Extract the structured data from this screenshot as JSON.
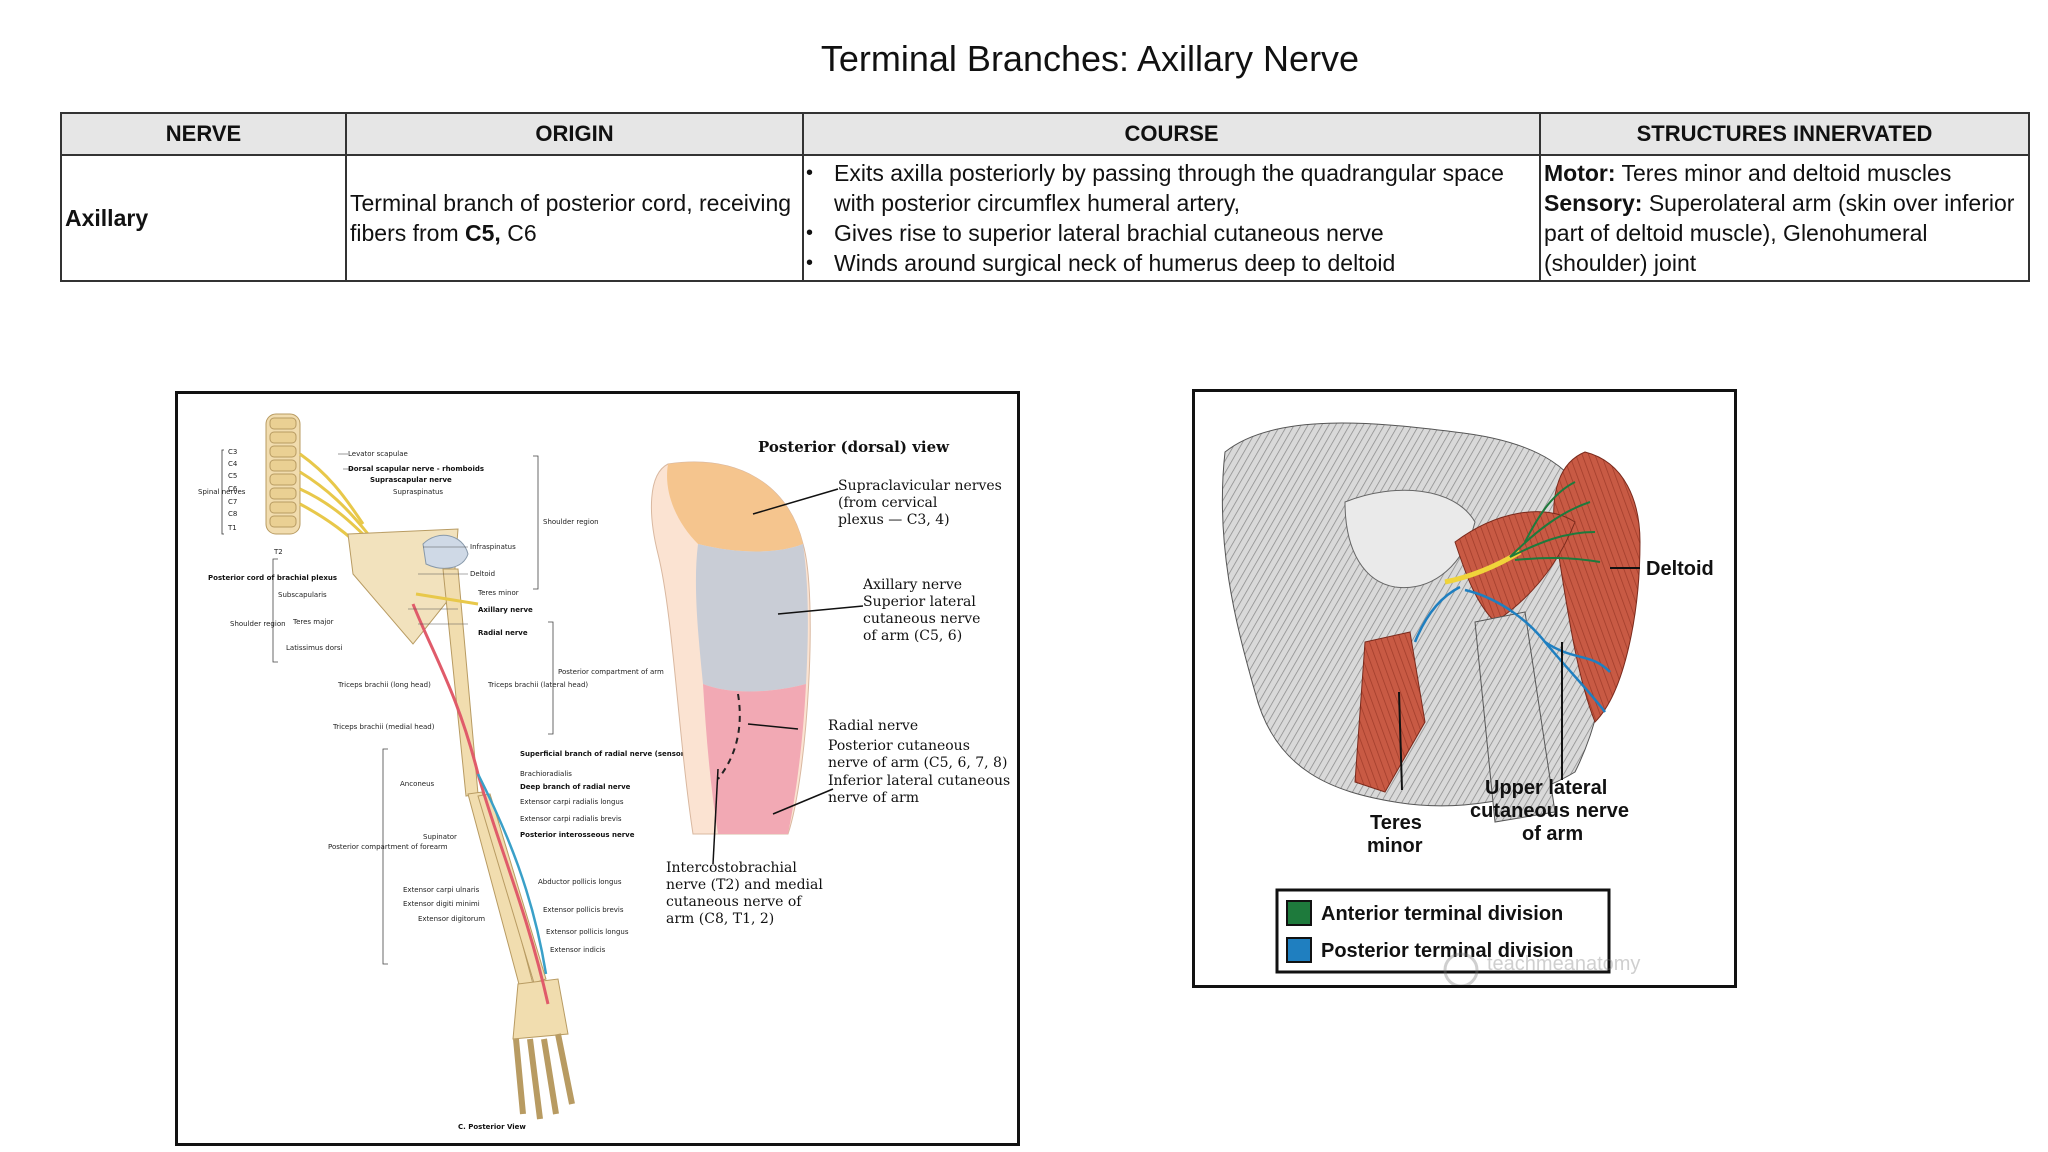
{
  "title": "Terminal Branches: Axillary Nerve",
  "table": {
    "headers": [
      "NERVE",
      "ORIGIN",
      "COURSE",
      "STRUCTURES INNERVATED"
    ],
    "row": {
      "nerve": "Axillary",
      "origin_text": "Terminal branch of posterior cord, receiving fibers from ",
      "origin_bold": "C5,",
      "origin_tail": " C6",
      "course": [
        "Exits axilla posteriorly by passing through the quadrangular space with posterior circumflex humeral artery,",
        "Gives rise to superior lateral brachial cutaneous nerve",
        "Winds around surgical neck of humerus deep to deltoid"
      ],
      "motor_label": "Motor:",
      "motor_text": " Teres minor and deltoid muscles",
      "sensory_label": "Sensory:",
      "sensory_text": " Superolateral arm (skin over inferior part of deltoid muscle), Glenohumeral (shoulder) joint"
    }
  },
  "figure_left": {
    "heading": "Posterior (dorsal) view",
    "caption": "C. Posterior View",
    "vertebrae": [
      "C3",
      "C4",
      "C5",
      "C6",
      "C7",
      "C8",
      "T1",
      "T2"
    ],
    "spinal_nerves_label": "Spinal nerves",
    "labels_top": [
      "Levator scapulae",
      "Dorsal scapular nerve - rhomboids",
      "Suprascapular nerve",
      "Supraspinatus",
      "Infraspinatus",
      "Deltoid",
      "Teres minor",
      "Axillary nerve",
      "Radial nerve"
    ],
    "labels_left": [
      "Posterior cord of brachial plexus",
      "Subscapularis",
      "Teres major",
      "Latissimus dorsi",
      "Triceps brachii (long head)",
      "Triceps brachii (lateral head)",
      "Triceps brachii (medial head)",
      "Anconeus",
      "Supinator",
      "Extensor carpi ulnaris",
      "Extensor digiti minimi",
      "Extensor digitorum"
    ],
    "labels_right": [
      "Superficial branch of radial nerve (sensory)",
      "Brachioradialis",
      "Deep branch of radial nerve",
      "Extensor carpi radialis longus",
      "Extensor carpi radialis brevis",
      "Posterior interosseous nerve",
      "Abductor pollicis longus",
      "Extensor pollicis brevis",
      "Extensor pollicis longus",
      "Extensor indicis"
    ],
    "region_labels": [
      "Shoulder region",
      "Shoulder region",
      "Posterior compartment of arm",
      "Posterior compartment of forearm"
    ],
    "cutaneous_labels": [
      [
        "Supraclavicular nerves",
        "(from cervical",
        "plexus — C3, 4)"
      ],
      [
        "Axillary nerve",
        "Superior lateral",
        "cutaneous nerve",
        "of arm (C5, 6)"
      ],
      [
        "Radial nerve",
        "Posterior cutaneous",
        "nerve of arm (C5, 6, 7, 8)",
        "Inferior lateral cutaneous",
        "nerve of arm"
      ],
      [
        "Intercostobrachial",
        "nerve (T2) and medial",
        "cutaneous nerve of",
        "arm (C8, T1, 2)"
      ]
    ]
  },
  "figure_right": {
    "labels": {
      "deltoid": "Deltoid",
      "teres_1": "Teres",
      "teres_2": "minor",
      "upper_1": "Upper lateral",
      "upper_2": "cutaneous nerve",
      "upper_3": "of arm"
    },
    "legend": [
      {
        "label": "Anterior terminal division",
        "color": "#1e7a3c"
      },
      {
        "label": "Posterior terminal division",
        "color": "#1f7fc0"
      }
    ],
    "watermark": "teachmeanatomy"
  }
}
